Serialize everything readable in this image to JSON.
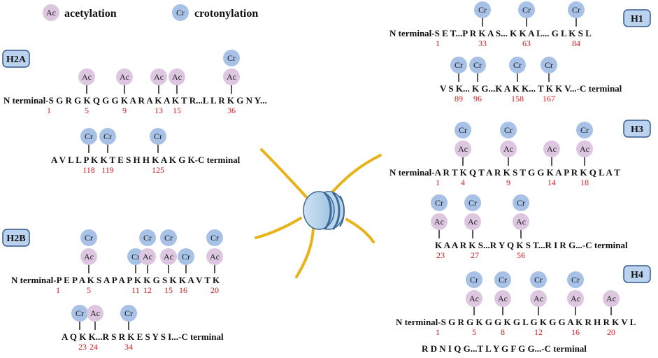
{
  "colors": {
    "ac_fill": "#dcc6e0",
    "cr_fill": "#a8c1e6",
    "label_fill": "#bcd3ef",
    "label_stroke": "#35598c",
    "number": "#d0191c",
    "tail": "#e8b31a"
  },
  "legend": {
    "ac_badge": "Ac",
    "ac_label": "acetylation",
    "cr_badge": "Cr",
    "cr_label": "crotonylation"
  },
  "marks": {
    "ac": "Ac",
    "cr": "Cr"
  },
  "histones": {
    "H2A": {
      "label": "H2A",
      "line1": {
        "text": "N terminal-S G R G K Q G G K A R A K A K T R...L L R K G N Y...",
        "numbers": [
          "1",
          "5",
          "9",
          "13",
          "15",
          "36"
        ]
      },
      "line2": {
        "text": "A V L L P K K T E S H H K A K G K-C terminal",
        "numbers": [
          "118",
          "119",
          "125"
        ]
      }
    },
    "H2B": {
      "label": "H2B",
      "line1": {
        "text": "N terminal-P E P A K S A P A P K K G S K K A V T K",
        "numbers": [
          "1",
          "5",
          "11",
          "12",
          "15",
          "16",
          "20"
        ]
      },
      "line2": {
        "text": "A Q K K...R S R K E S Y S I...-C terminal",
        "numbers": [
          "23",
          "24",
          "34"
        ]
      }
    },
    "H1": {
      "label": "H1",
      "line1": {
        "text": "N terminal-S E T...P R K A S... K K A L... G L K S L",
        "numbers": [
          "1",
          "33",
          "63",
          "84"
        ]
      },
      "line2": {
        "text": "V S K... K G...K A K K... T K K V...-C terminal",
        "numbers": [
          "89",
          "96",
          "158",
          "167"
        ]
      }
    },
    "H3": {
      "label": "H3",
      "line1": {
        "text": "N terminal-A R T K Q T A R K S T G G K A P R K Q L A T",
        "numbers": [
          "1",
          "4",
          "9",
          "14",
          "18"
        ]
      },
      "line2": {
        "text": "K A A R K S...R Y Q K S T...R I R G...-C terminal",
        "numbers": [
          "23",
          "27",
          "56"
        ]
      }
    },
    "H4": {
      "label": "H4",
      "line1": {
        "text": "N terminal-S G R G K G G K G L G K G G A K R H R K V L",
        "numbers": [
          "1",
          "5",
          "8",
          "12",
          "16",
          "20"
        ]
      },
      "line2": {
        "text": "R D N I Q G...T L Y G F G G...-C terminal",
        "numbers": []
      }
    }
  }
}
